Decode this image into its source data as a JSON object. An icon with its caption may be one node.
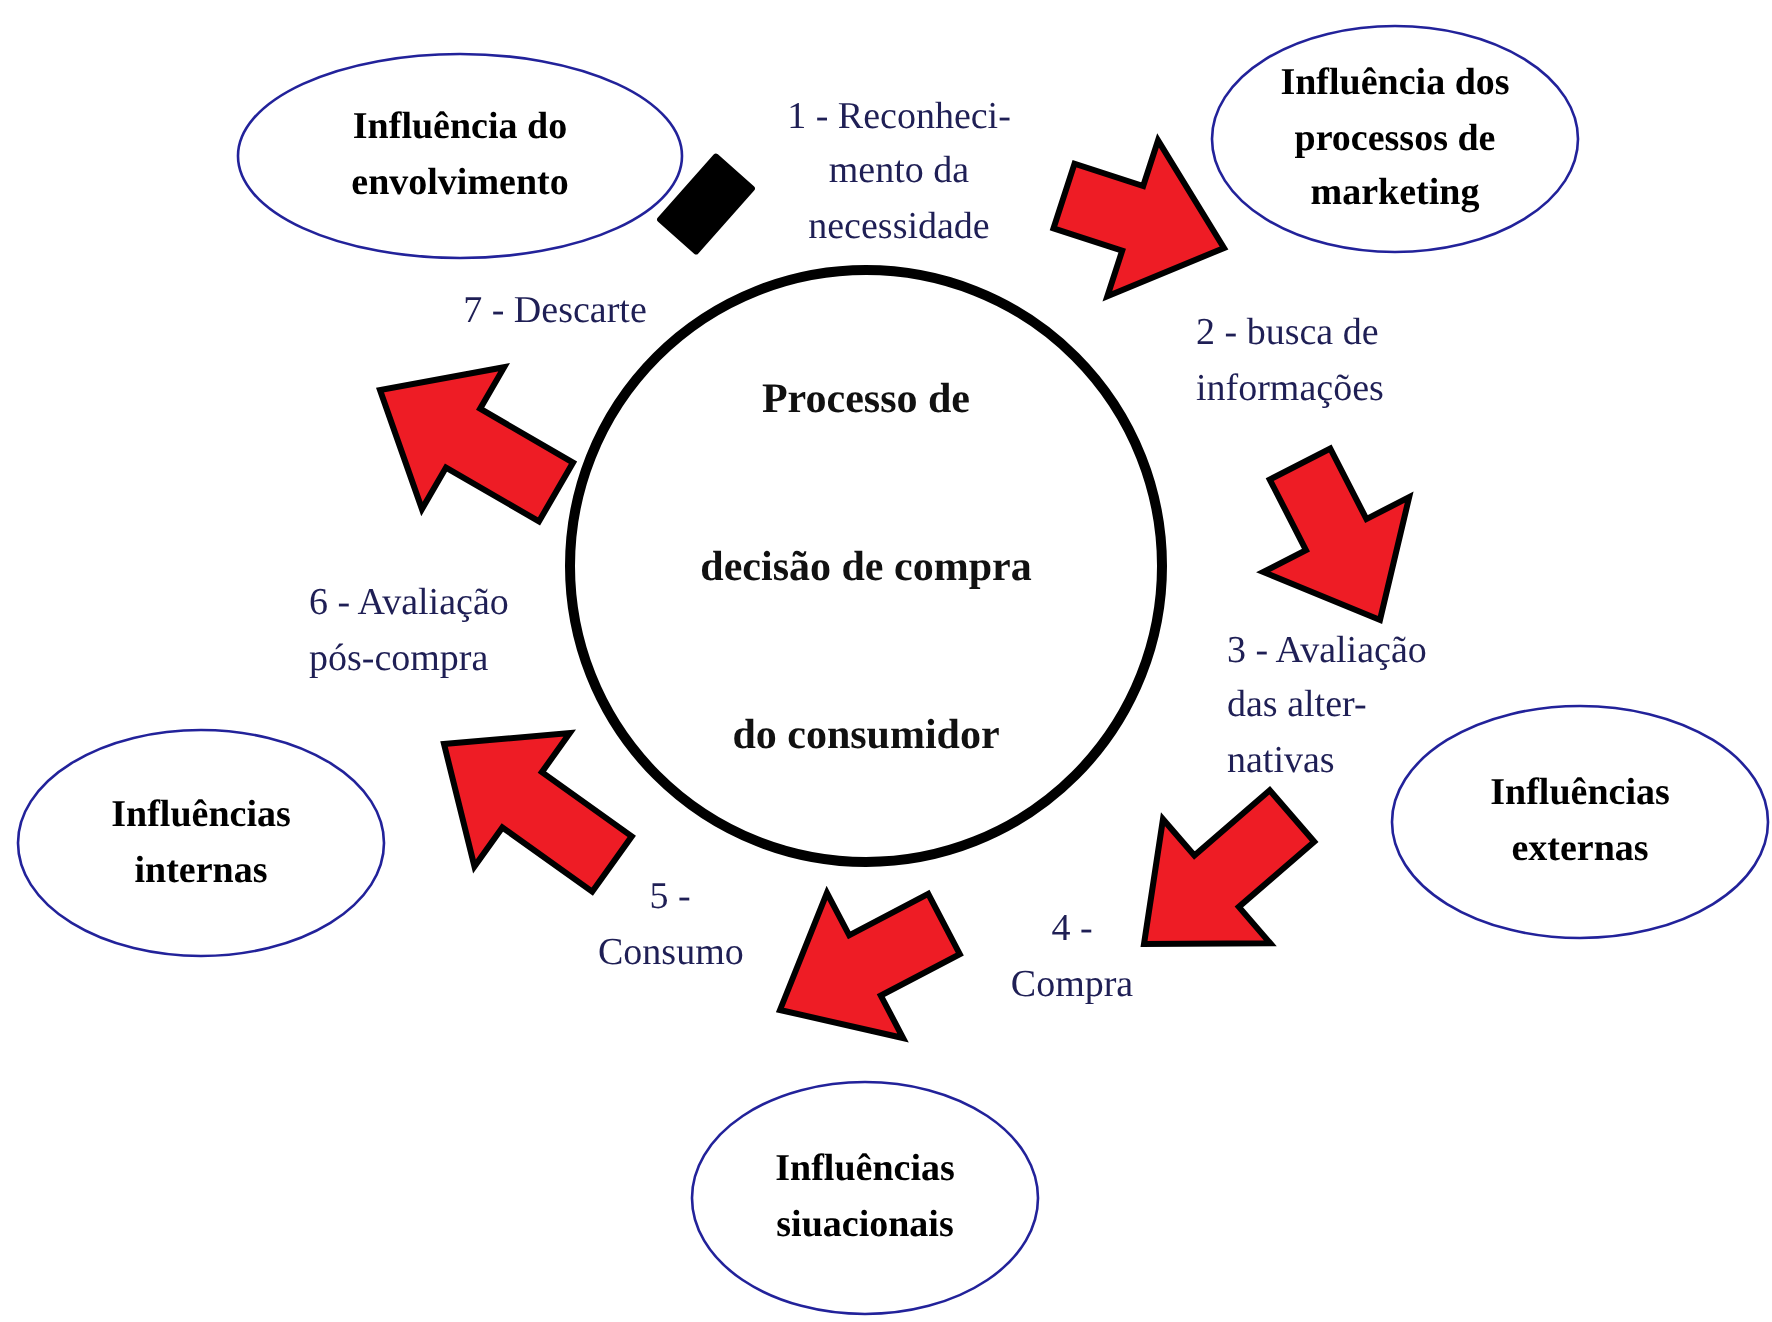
{
  "diagram": {
    "nodes": [
      {
        "text": [
          "Processo de decisão de compra do consumidor"
        ]
      },
      {
        "text": [
          "Influência do envolvimento"
        ]
      },
      {
        "text": [
          "Influência dos processos de marketing"
        ]
      },
      {
        "text": [
          "Influências externas"
        ]
      },
      {
        "text": [
          "Influências internas"
        ]
      },
      {
        "text": [
          "Influências siuacionais"
        ]
      },
      {
        "text": [
          "1 - Reconheci- mento da necessidade"
        ]
      },
      {
        "text": [
          "2 - busca de informações"
        ]
      },
      {
        "text": [
          "3 - Avaliação das alter- nativas"
        ]
      },
      {
        "text": [
          "4 - Compra"
        ]
      },
      {
        "text": [
          "5 - Consumo"
        ]
      },
      {
        "text": [
          "6 - Avaliação pós-compra"
        ]
      },
      {
        "text": [
          "7 - Descarte"
        ]
      }
    ],
    "edges": [
      {
        "from": 6,
        "to": 7,
        "arrow": "to"
      },
      {
        "from": 7,
        "to": 8,
        "arrow": "to"
      },
      {
        "from": 8,
        "to": 9,
        "arrow": "to"
      },
      {
        "from": 9,
        "to": 10,
        "arrow": "to"
      },
      {
        "from": 10,
        "to": 11,
        "arrow": "to"
      },
      {
        "from": 11,
        "to": 12,
        "arrow": "to"
      },
      {
        "from": 12,
        "to": 6,
        "arrow": "none",
        "color": "#000000"
      }
    ]
  }
}
